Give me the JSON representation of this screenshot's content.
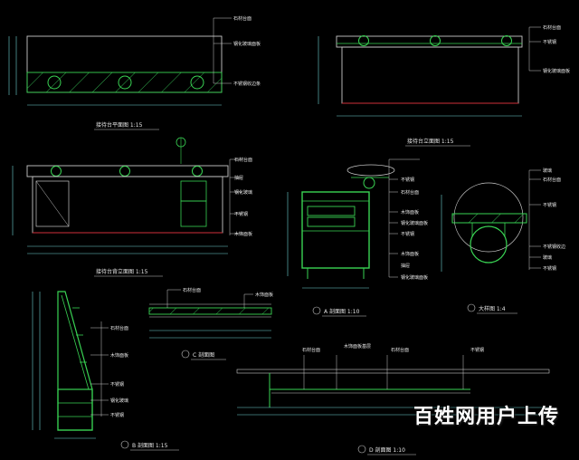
{
  "colors": {
    "background": "#000000",
    "outline": "#c8c8c8",
    "furniture": "#39d353",
    "dimension": "#6fd3d3",
    "hatch": "#2fa84a",
    "accent_red": "#d0303a",
    "text": "#e8e8e8"
  },
  "icons": [
    "section-marker-icon",
    "watermark-logo"
  ],
  "views": {
    "top_left": {
      "title": "接待台平面图 1:15",
      "labels": [
        "石材台面",
        "钢化玻璃面板",
        "不锈钢收边条"
      ]
    },
    "top_right": {
      "title": "接待台立面图 1:15",
      "labels": [
        "石材台面",
        "不锈钢",
        "钢化玻璃面板"
      ]
    },
    "middle_left": {
      "title": "接待台背立面图 1:15",
      "labels": [
        "石材台面",
        "抽屉",
        "钢化玻璃",
        "不锈钢",
        "木饰面板"
      ]
    },
    "middle_center": {
      "title": "A 剖面图 1:10",
      "labels": [
        "不锈钢",
        "石材台面",
        "木饰面板",
        "钢化玻璃面板",
        "不锈钢",
        "木饰面板",
        "抽屉",
        "钢化玻璃面板"
      ]
    },
    "middle_right": {
      "title": "大样图 1:4",
      "labels": [
        "玻璃",
        "石材台面",
        "不锈钢",
        "不锈钢收边",
        "玻璃",
        "不锈钢"
      ]
    },
    "bottom_left": {
      "title": "B 剖面图 1:15",
      "labels": [
        "石材台面",
        "木饰面板",
        "不锈钢",
        "钢化玻璃",
        "不锈钢"
      ]
    },
    "bottom_center": {
      "title": "C 剖面图",
      "labels": [
        "石材台面",
        "木饰面板"
      ]
    },
    "bottom_right": {
      "title": "D 剖面图 1:10",
      "labels": [
        "石材台面",
        "木饰面板基层",
        "石材台面",
        "不锈钢"
      ]
    }
  },
  "watermark": "百姓网用户上传"
}
